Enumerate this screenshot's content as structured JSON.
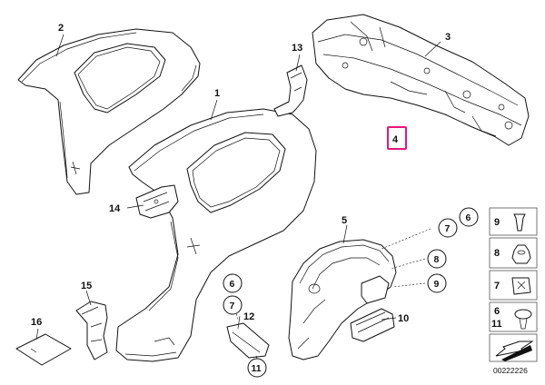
{
  "callouts": {
    "c1": "1",
    "c2": "2",
    "c3": "3",
    "c4": "4",
    "c5": "5",
    "c6a": "6",
    "c6b": "6",
    "c7a": "7",
    "c7b": "7",
    "c8": "8",
    "c9": "9",
    "c10": "10",
    "c11": "11",
    "c12": "12",
    "c13": "13",
    "c14": "14",
    "c15": "15",
    "c16": "16"
  },
  "sidebar": {
    "items": [
      "9",
      "8",
      "7",
      "6",
      "11"
    ]
  },
  "highlight_color": "#e8157a",
  "diagram_code": "00222226"
}
